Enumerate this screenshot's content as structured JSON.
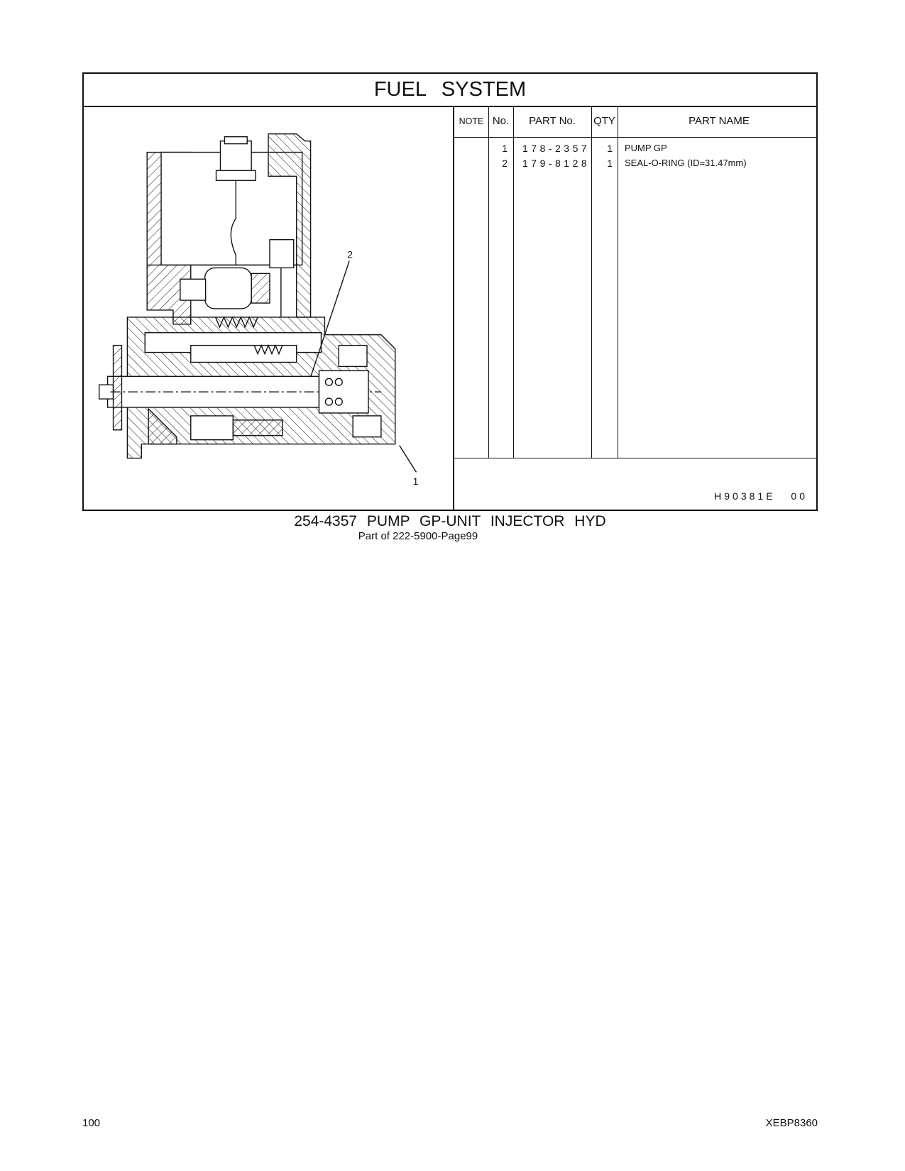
{
  "section_title": "FUEL SYSTEM",
  "table": {
    "headers": {
      "note": "NOTE",
      "no": "No.",
      "part_no": "PART No.",
      "qty": "QTY",
      "part_name": "PART NAME"
    },
    "rows": [
      {
        "no": "1",
        "part_no": "178-2357",
        "qty": "1",
        "part_name": "PUMP  GP"
      },
      {
        "no": "2",
        "part_no": "179-8128",
        "qty": "1",
        "part_name": "SEAL-O-RING (ID=31.47mm)"
      }
    ],
    "illustration_code": "H90381E  00"
  },
  "illustration": {
    "callouts": [
      "2",
      "1"
    ]
  },
  "caption": {
    "title": "254-4357  PUMP GP-UNIT INJECTOR HYD",
    "subtitle": "Part of 222-5900-Page99"
  },
  "footer": {
    "page_number": "100",
    "document_id": "XEBP8360"
  }
}
